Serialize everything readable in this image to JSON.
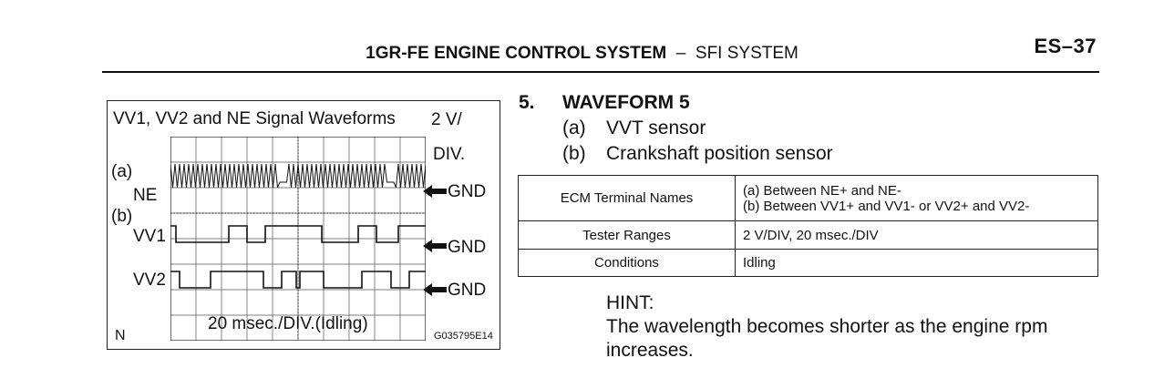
{
  "header": {
    "title_bold": "1GR-FE ENGINE CONTROL SYSTEM",
    "separator": "–",
    "title_rest": "SFI SYSTEM",
    "page_number": "ES–37"
  },
  "figure": {
    "title": "VV1, VV2 and NE Signal Waveforms",
    "scale_top": "2 V/",
    "scale_bottom": "DIV.",
    "label_a": "(a)",
    "label_ne": "NE",
    "label_b": "(b)",
    "label_vv1": "VV1",
    "label_vv2": "VV2",
    "gnd_label": "GND",
    "time_label": "20 msec./DIV.(Idling)",
    "corner_label": "N",
    "figure_code": "G035795E14",
    "arrow_icon": "left-arrow-icon"
  },
  "step": {
    "number": "5.",
    "title": "WAVEFORM 5",
    "items": [
      {
        "letter": "(a)",
        "text": "VVT sensor"
      },
      {
        "letter": "(b)",
        "text": "Crankshaft position sensor"
      }
    ]
  },
  "table": {
    "rows": [
      {
        "label": "ECM Terminal Names",
        "value_line1": "(a) Between NE+ and NE-",
        "value_line2": "(b) Between VV1+ and VV1- or VV2+ and VV2-"
      },
      {
        "label": "Tester Ranges",
        "value_line1": "2 V/DIV, 20 msec./DIV"
      },
      {
        "label": "Conditions",
        "value_line1": "Idling"
      }
    ]
  },
  "hint": {
    "label": "HINT:",
    "line1": "The wavelength becomes shorter as the engine rpm",
    "line2": "increases."
  }
}
